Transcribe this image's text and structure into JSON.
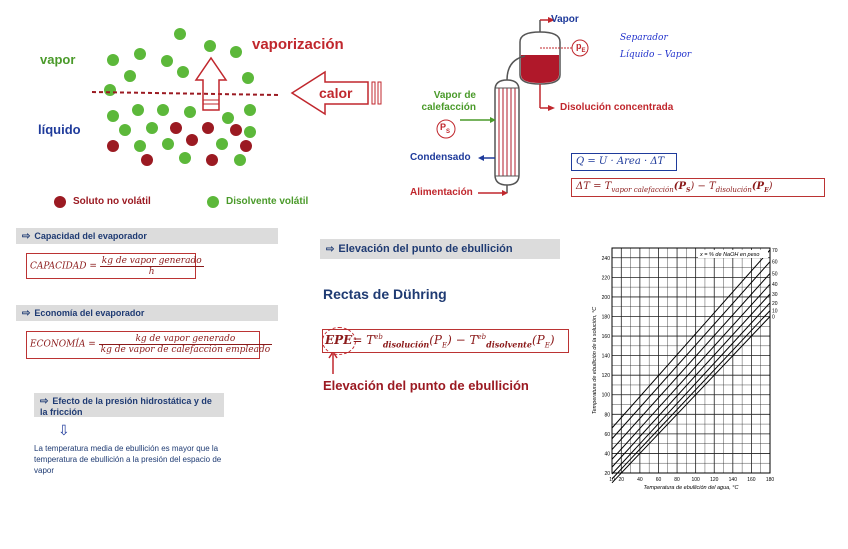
{
  "vaporization_panel": {
    "vapor_label": "vapor",
    "vaporizacion_label": "vaporización",
    "calor_label": "calor",
    "liquido_label": "líquido",
    "legend_soluto": "Soluto no volátil",
    "legend_disolvente": "Disolvente volátil",
    "colors": {
      "green": "#5cb83a",
      "darkred": "#9b1a22",
      "blue": "#1f3b9b",
      "red": "#c0272d"
    }
  },
  "evaporator_diagram": {
    "vapor_out": "Vapor",
    "vapor_calefaccion": "Vapor de calefacción",
    "ps_label": "P",
    "ps_sub": "S",
    "pe_label": "p",
    "pe_sub": "E",
    "condensado": "Condensado",
    "alimentacion": "Alimentación",
    "disolucion_concentrada": "Disolución concentrada",
    "handwritten_line1": "Separador",
    "handwritten_line2": "Líquido – Vapor"
  },
  "equations": {
    "q_eq": "Q = U · Area · ΔT",
    "dt_eq_left": "ΔT = T",
    "dt_sub1": "vapor calefacción",
    "dt_ps": "(P",
    "dt_ps_sub": "S",
    "dt_mid": ") − T",
    "dt_sub2": "disolución",
    "dt_pe": "(P",
    "dt_pe_sub": "E",
    "dt_end": ")"
  },
  "left_sections": {
    "capacidad_title": "Capacidad del evaporador",
    "capacidad_lhs": "CAPACIDAD =",
    "capacidad_num": "kg de vapor generado",
    "capacidad_den": "h",
    "economia_title": "Economía del evaporador",
    "economia_lhs": "ECONOMÍA =",
    "economia_num": "kg de vapor generado",
    "economia_den": "kg de vapor de calefacción empleado",
    "efecto_title": "Efecto de la presión hidrostática y de la fricción",
    "efecto_text": "La temperatura media de ebullición es mayor que la temperatura de ebullición a la presión del espacio de vapor"
  },
  "middle_section": {
    "elevacion_title": "Elevación del punto de ebullición",
    "duhring_title": "Rectas de Dühring",
    "epe_lhs": "EPE",
    "epe_eq": "= T",
    "epe_sup1": "eb",
    "epe_sub1": "disolución",
    "epe_p1": "(P",
    "epe_p1_sub": "E",
    "epe_mid": ") − T",
    "epe_sup2": "eb",
    "epe_sub2": "disolvente",
    "epe_p2": "(P",
    "epe_p2_sub": "E",
    "epe_end": ")",
    "epe_caption": "Elevación del punto de ebullición"
  },
  "chart_data": {
    "type": "line",
    "title": "x = % de NaOH en peso",
    "xlabel": "Temperatura de ebullición del agua, °C",
    "ylabel": "Temperatura de ebullición de la solución, °C",
    "xlim": [
      10,
      180
    ],
    "ylim": [
      20,
      250
    ],
    "x_ticks": [
      10,
      20,
      40,
      60,
      80,
      100,
      120,
      140,
      160,
      180
    ],
    "y_ticks": [
      20,
      40,
      60,
      80,
      100,
      120,
      140,
      160,
      180,
      200,
      220,
      240
    ],
    "series": [
      {
        "name": "0",
        "x": [
          10,
          180
        ],
        "y": [
          10,
          180
        ]
      },
      {
        "name": "10",
        "x": [
          10,
          180
        ],
        "y": [
          14,
          186
        ]
      },
      {
        "name": "20",
        "x": [
          10,
          180
        ],
        "y": [
          19,
          194
        ]
      },
      {
        "name": "30",
        "x": [
          10,
          180
        ],
        "y": [
          26,
          203
        ]
      },
      {
        "name": "40",
        "x": [
          10,
          180
        ],
        "y": [
          34,
          213
        ]
      },
      {
        "name": "50",
        "x": [
          10,
          180
        ],
        "y": [
          44,
          224
        ]
      },
      {
        "name": "60",
        "x": [
          10,
          180
        ],
        "y": [
          55,
          236
        ]
      },
      {
        "name": "70",
        "x": [
          10,
          180
        ],
        "y": [
          66,
          248
        ]
      }
    ],
    "grid": true
  }
}
